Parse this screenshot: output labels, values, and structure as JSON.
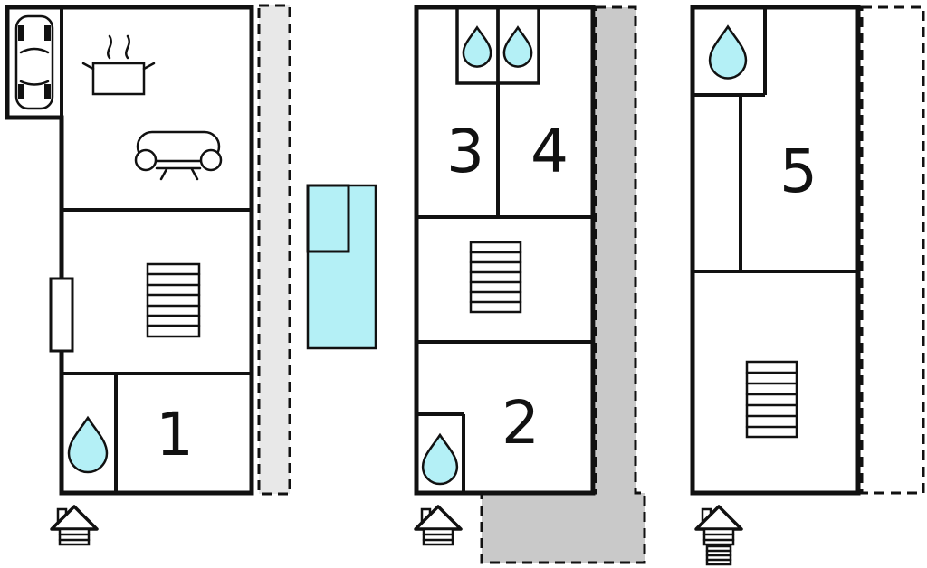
{
  "colors": {
    "line": "#111111",
    "water": "#b4f0f6",
    "terrace_light": "#e8e8e8",
    "terrace_dark": "#c9c9c9"
  },
  "rooms": {
    "r1": "1",
    "r2": "2",
    "r3": "3",
    "r4": "4",
    "r5": "5"
  },
  "floors": [
    {
      "name": "ground-floor",
      "room_labels": [
        "1"
      ],
      "icons": [
        "car-icon",
        "stove-pot-icon",
        "sofa-icon",
        "staircase-icon",
        "water-drop-icon",
        "entrance-door",
        "terrace-area",
        "house-entrance-icon"
      ]
    },
    {
      "name": "middle-floor",
      "room_labels": [
        "2",
        "3",
        "4"
      ],
      "icons": [
        "water-drop-icon",
        "water-drop-icon",
        "water-drop-icon",
        "staircase-icon",
        "terrace-area",
        "house-entrance-icon"
      ]
    },
    {
      "name": "top-floor",
      "room_labels": [
        "5"
      ],
      "icons": [
        "water-drop-icon",
        "staircase-icon",
        "terrace-area",
        "house-entrance-icon",
        "steps-icon"
      ]
    }
  ],
  "pool": {
    "name": "plunge-pool"
  }
}
